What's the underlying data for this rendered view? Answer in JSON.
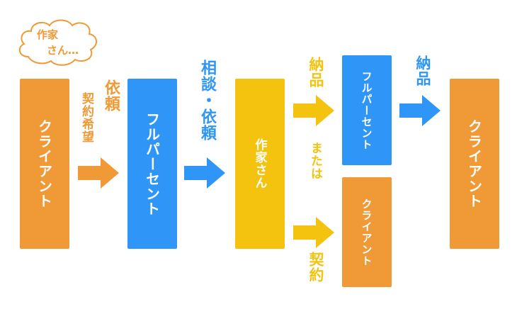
{
  "colors": {
    "orange": "#f09a37",
    "blue": "#2f96f7",
    "yellow": "#f3c310"
  },
  "thought_bubble": {
    "line1": "作家",
    "line2": "さん…"
  },
  "boxes": {
    "client_left": "クライアント",
    "fullpercent_main": "フルパーセント",
    "author": "作家さん",
    "fullpercent_delivery": "フルパーセント",
    "client_contract": "クライアント",
    "client_right": "クライアント"
  },
  "labels": {
    "request_title": "依頼",
    "request_sub": "契約希望",
    "consult_request": "相談・依頼",
    "delivery_top": "納品",
    "or": "または",
    "contract": "契約",
    "delivery_right": "納品"
  }
}
